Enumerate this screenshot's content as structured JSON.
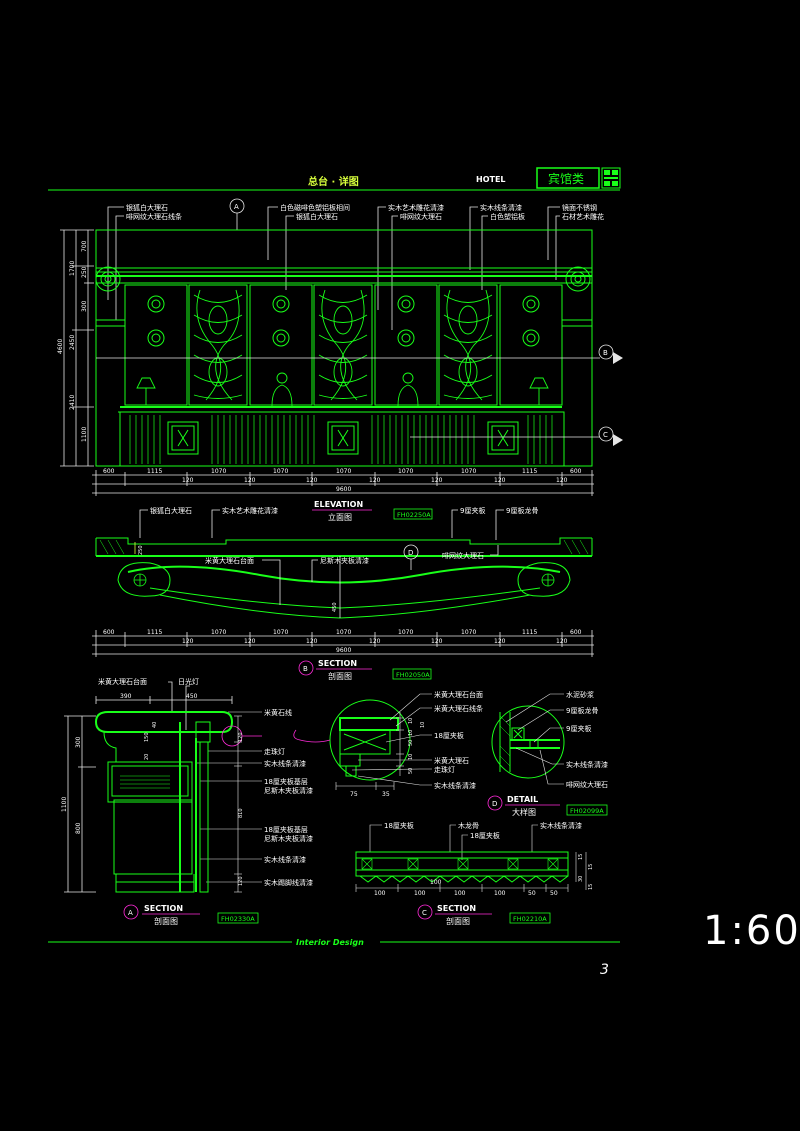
{
  "header": {
    "title": "总台 · 详图",
    "hotel": "HOTEL",
    "category": "宾馆类"
  },
  "elevation": {
    "tag_a": "A",
    "callouts_left": [
      "银狐白大理石",
      "啡网纹大理石线条"
    ],
    "callouts_mid1": [
      "白色磁啡色塑铝板相间",
      "银狐白大理石"
    ],
    "callouts_mid2": [
      "实木艺术雕花清漆",
      "啡网纹大理石"
    ],
    "callouts_mid3": [
      "实木线条清漆",
      "白色塑铝板"
    ],
    "callouts_right": [
      "镜面不锈钢",
      "石材艺术雕花"
    ],
    "left_dims": [
      "700",
      "250",
      "1700",
      "300",
      "2450",
      "4600",
      "2410",
      "1100"
    ],
    "bottom_dims": [
      "600",
      "1115",
      "1070",
      "1070",
      "1070",
      "1070",
      "1070",
      "1115",
      "600"
    ],
    "bottom_sub": [
      "120",
      "120",
      "120",
      "120",
      "120",
      "120",
      "120"
    ],
    "total": "9600",
    "marker_b": "B",
    "marker_c": "C",
    "label_en": "ELEVATION",
    "label_cn": "立面图",
    "code": "FH02250A"
  },
  "plan": {
    "callouts": [
      "银狐白大理石",
      "实木艺术雕花清漆",
      "9厘夹板",
      "9厘板龙骨"
    ],
    "callouts_lower": [
      "米黄大理石台面",
      "尼斯木夹板清漆",
      "啡网纹大理石"
    ],
    "dim_left": "250",
    "dim_center": "450",
    "tag_d": "D",
    "bottom_dims": [
      "600",
      "1115",
      "1070",
      "1070",
      "1070",
      "1070",
      "1070",
      "1115",
      "600"
    ],
    "bottom_sub": [
      "120",
      "120",
      "120",
      "120",
      "120",
      "120",
      "120"
    ],
    "total": "9600",
    "marker": "B",
    "label_en": "SECTION",
    "label_cn": "剖面图",
    "code": "FH02050A"
  },
  "section_a": {
    "callouts": [
      "米黄大理石台面",
      "日光灯",
      "米黄石线",
      "走珠灯",
      "实木线条清漆",
      "18厘夹板基层",
      "尼斯木夹板清漆",
      "18厘夹板基层",
      "尼斯木夹板清漆",
      "实木线条清漆",
      "实木踢脚线清漆"
    ],
    "dims": [
      "390",
      "450",
      "300",
      "1100",
      "800",
      "150",
      "40",
      "120",
      "810",
      "120",
      "20"
    ],
    "marker": "A",
    "label_en": "SECTION",
    "label_cn": "剖面图",
    "code": "FH02330A"
  },
  "detail_d": {
    "callouts_left": [
      "米黄大理石台面",
      "米黄大理石线条",
      "18厘夹板",
      "米黄大理石",
      "走珠灯",
      "实木线条清漆"
    ],
    "callouts_right": [
      "水泥砂浆",
      "9厘板龙骨",
      "9厘夹板",
      "实木线条清漆",
      "啡网纹大理石"
    ],
    "dims": [
      "10",
      "10",
      "10",
      "50",
      "10",
      "50",
      "75",
      "35"
    ],
    "marker": "D",
    "label_en": "DETAIL",
    "label_cn": "大样图",
    "code": "FH02099A"
  },
  "section_c": {
    "callouts": [
      "18厘夹板",
      "木龙骨",
      "18厘夹板",
      "实木线条清漆"
    ],
    "dims": [
      "100",
      "100",
      "100",
      "100",
      "100",
      "50",
      "50"
    ],
    "side_dims": [
      "15",
      "15",
      "30",
      "15"
    ],
    "marker": "C",
    "label_en": "SECTION",
    "label_cn": "剖面图",
    "code": "FH02210A"
  },
  "footer": {
    "brand": "Interior Design",
    "page": "3",
    "scale": "1:60"
  },
  "colors": {
    "background": "#000000",
    "linework": "#19ff19",
    "text": "#ffffff",
    "accent_magenta": "#ff2bd9",
    "accent_yellow": "#d8ff3c"
  }
}
